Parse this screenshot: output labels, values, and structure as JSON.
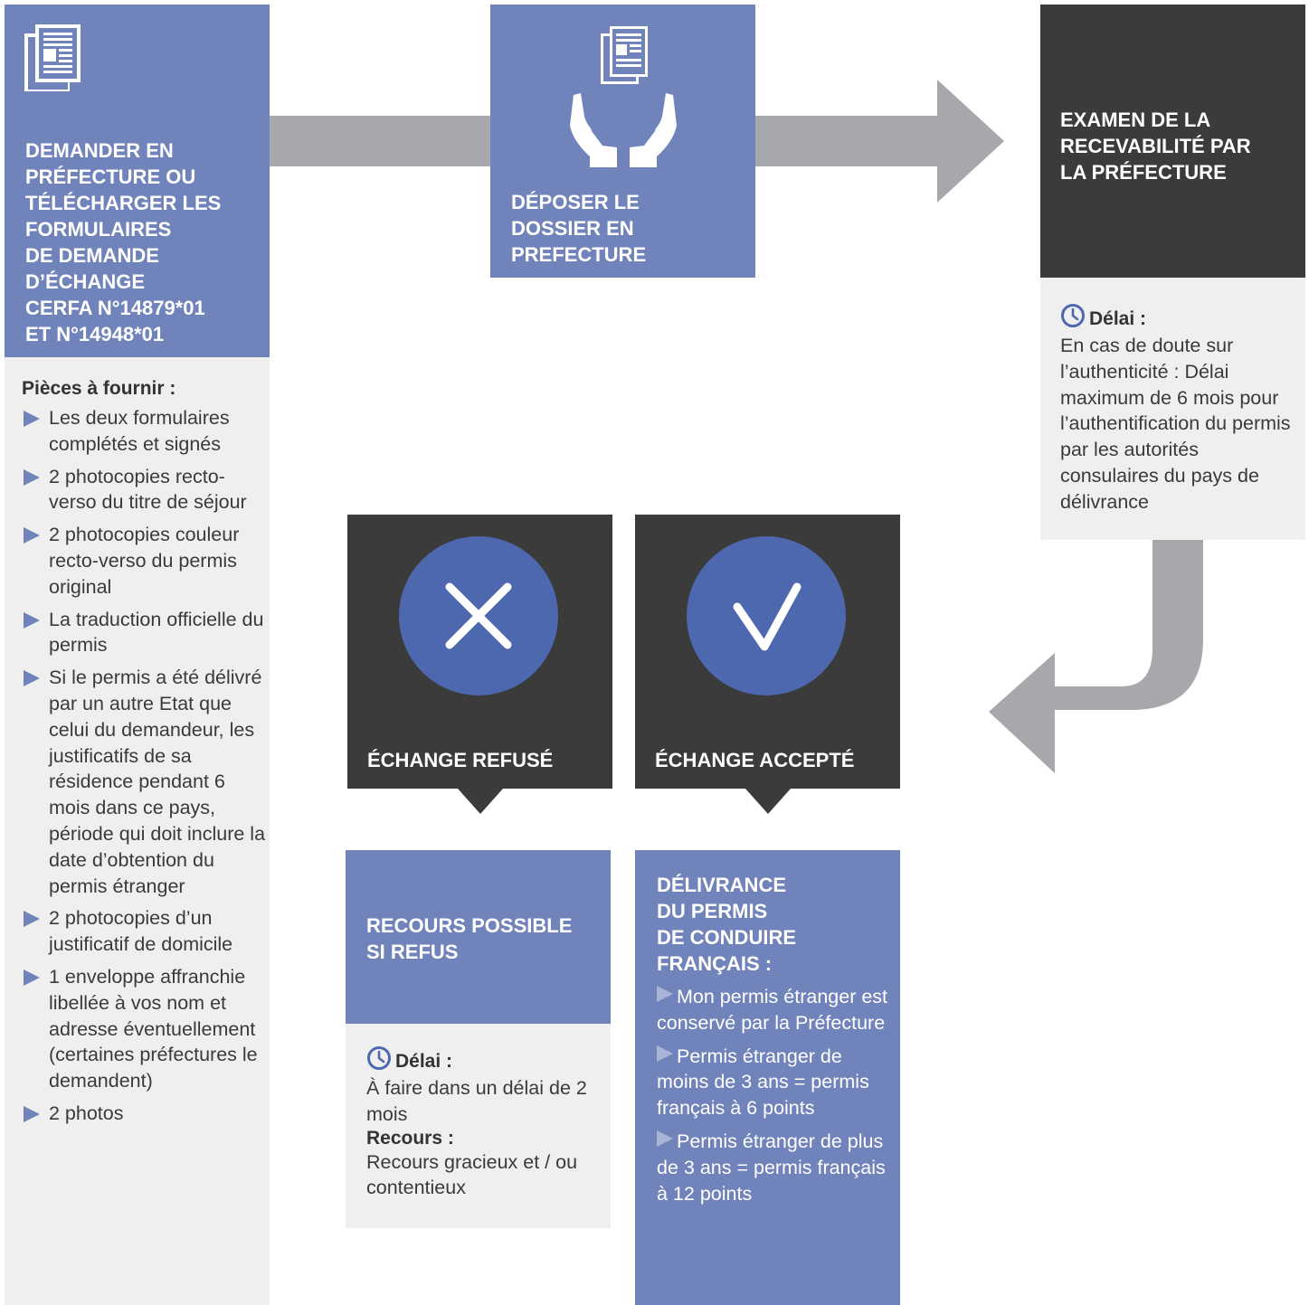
{
  "colors": {
    "blue_box": "#7183bb",
    "dark_box": "#3b3b3c",
    "light_box": "#efeff0",
    "arrow_gray": "#a7a8ab",
    "circle_blue": "#4e68b0"
  },
  "step1": {
    "icon": "document-icon",
    "title": "DEMANDER EN PRÉFECTURE OU TÉLÉCHARGER LES FORMULAIRES DE DEMANDE D’ÉCHANGE CERFA N°14879*01 ET N°14948*01",
    "title_lines": [
      "DEMANDER EN",
      "PRÉFECTURE OU",
      "TÉLÉCHARGER LES",
      "FORMULAIRES",
      "DE DEMANDE",
      "D’ÉCHANGE",
      "CERFA N°14879*01",
      "ET N°14948*01"
    ],
    "pieces_title": "Pièces à fournir :",
    "pieces": [
      "Les deux formulaires complétés et signés",
      "2 photocopies recto-verso du titre de séjour",
      "2 photocopies couleur recto-verso du permis original",
      "La traduction officielle du permis",
      "Si le permis a été délivré par un autre Etat que celui du demandeur, les justificatifs de sa résidence pendant 6 mois dans ce pays, période qui doit inclure la date d’obtention du permis étranger",
      "2  photocopies d’un justificatif de domicile",
      "1 enveloppe affranchie libellée à vos nom et adresse éventuellement (certaines préfectures le demandent)",
      "2 photos"
    ]
  },
  "step2": {
    "icon": "document-hands-icon",
    "title_lines": [
      "DÉPOSER LE",
      "DOSSIER EN",
      "PREFECTURE"
    ]
  },
  "step3": {
    "title_lines": [
      "EXAMEN DE LA",
      "RECEVABILITÉ PAR",
      "LA PRÉFECTURE"
    ],
    "delai_label": "Délai :",
    "delai_text": "En cas de doute sur l’authenticité : Délai maximum de 6 mois pour l’authentification du permis par les autorités consulaires du pays de délivrance"
  },
  "refused": {
    "icon": "cross-icon",
    "title": "ÉCHANGE REFUSÉ",
    "recours_title_lines": [
      "RECOURS POSSIBLE",
      "SI REFUS"
    ],
    "delai_label": "Délai :",
    "delai_text": "À faire dans un délai de 2 mois",
    "recours_label": "Recours :",
    "recours_text": "Recours gracieux et / ou contentieux"
  },
  "accepted": {
    "icon": "check-icon",
    "title": "ÉCHANGE ACCEPTÉ",
    "delivrance_title_lines": [
      "DÉLIVRANCE",
      "DU PERMIS",
      "DE CONDUIRE",
      "FRANÇAIS :"
    ],
    "delivrance_items": [
      "Mon permis étranger est conservé par la Préfecture",
      "Permis étranger de moins de 3 ans = permis français à 6 points",
      "Permis étranger de plus de 3 ans = permis français à 12 points"
    ]
  }
}
